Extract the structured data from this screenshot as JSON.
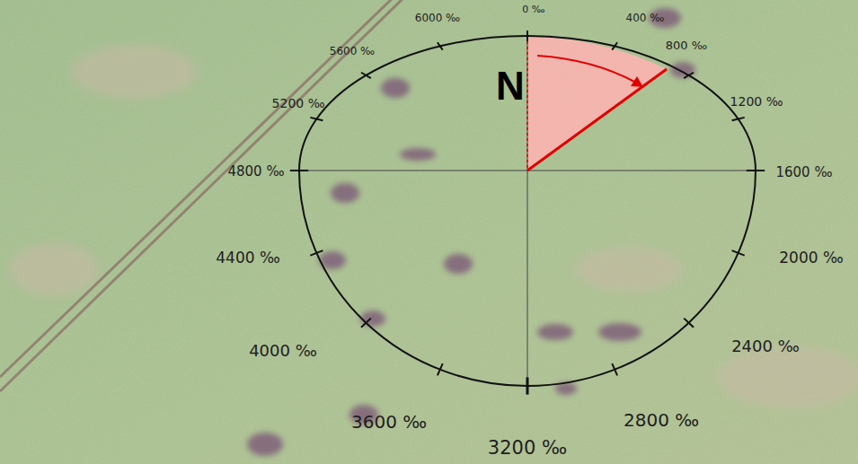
{
  "diagram": {
    "labels": [
      "0 ‰",
      "400 ‰",
      "800 ‰",
      "1200 ‰",
      "1600 ‰",
      "2000 ‰",
      "2400 ‰",
      "2800 ‰",
      "3200 ‰",
      "3600 ‰",
      "4000 ‰",
      "4400 ‰",
      "4800 ‰",
      "5200 ‰",
      "5600 ‰",
      "6000 ‰",
      "N"
    ]
  }
}
